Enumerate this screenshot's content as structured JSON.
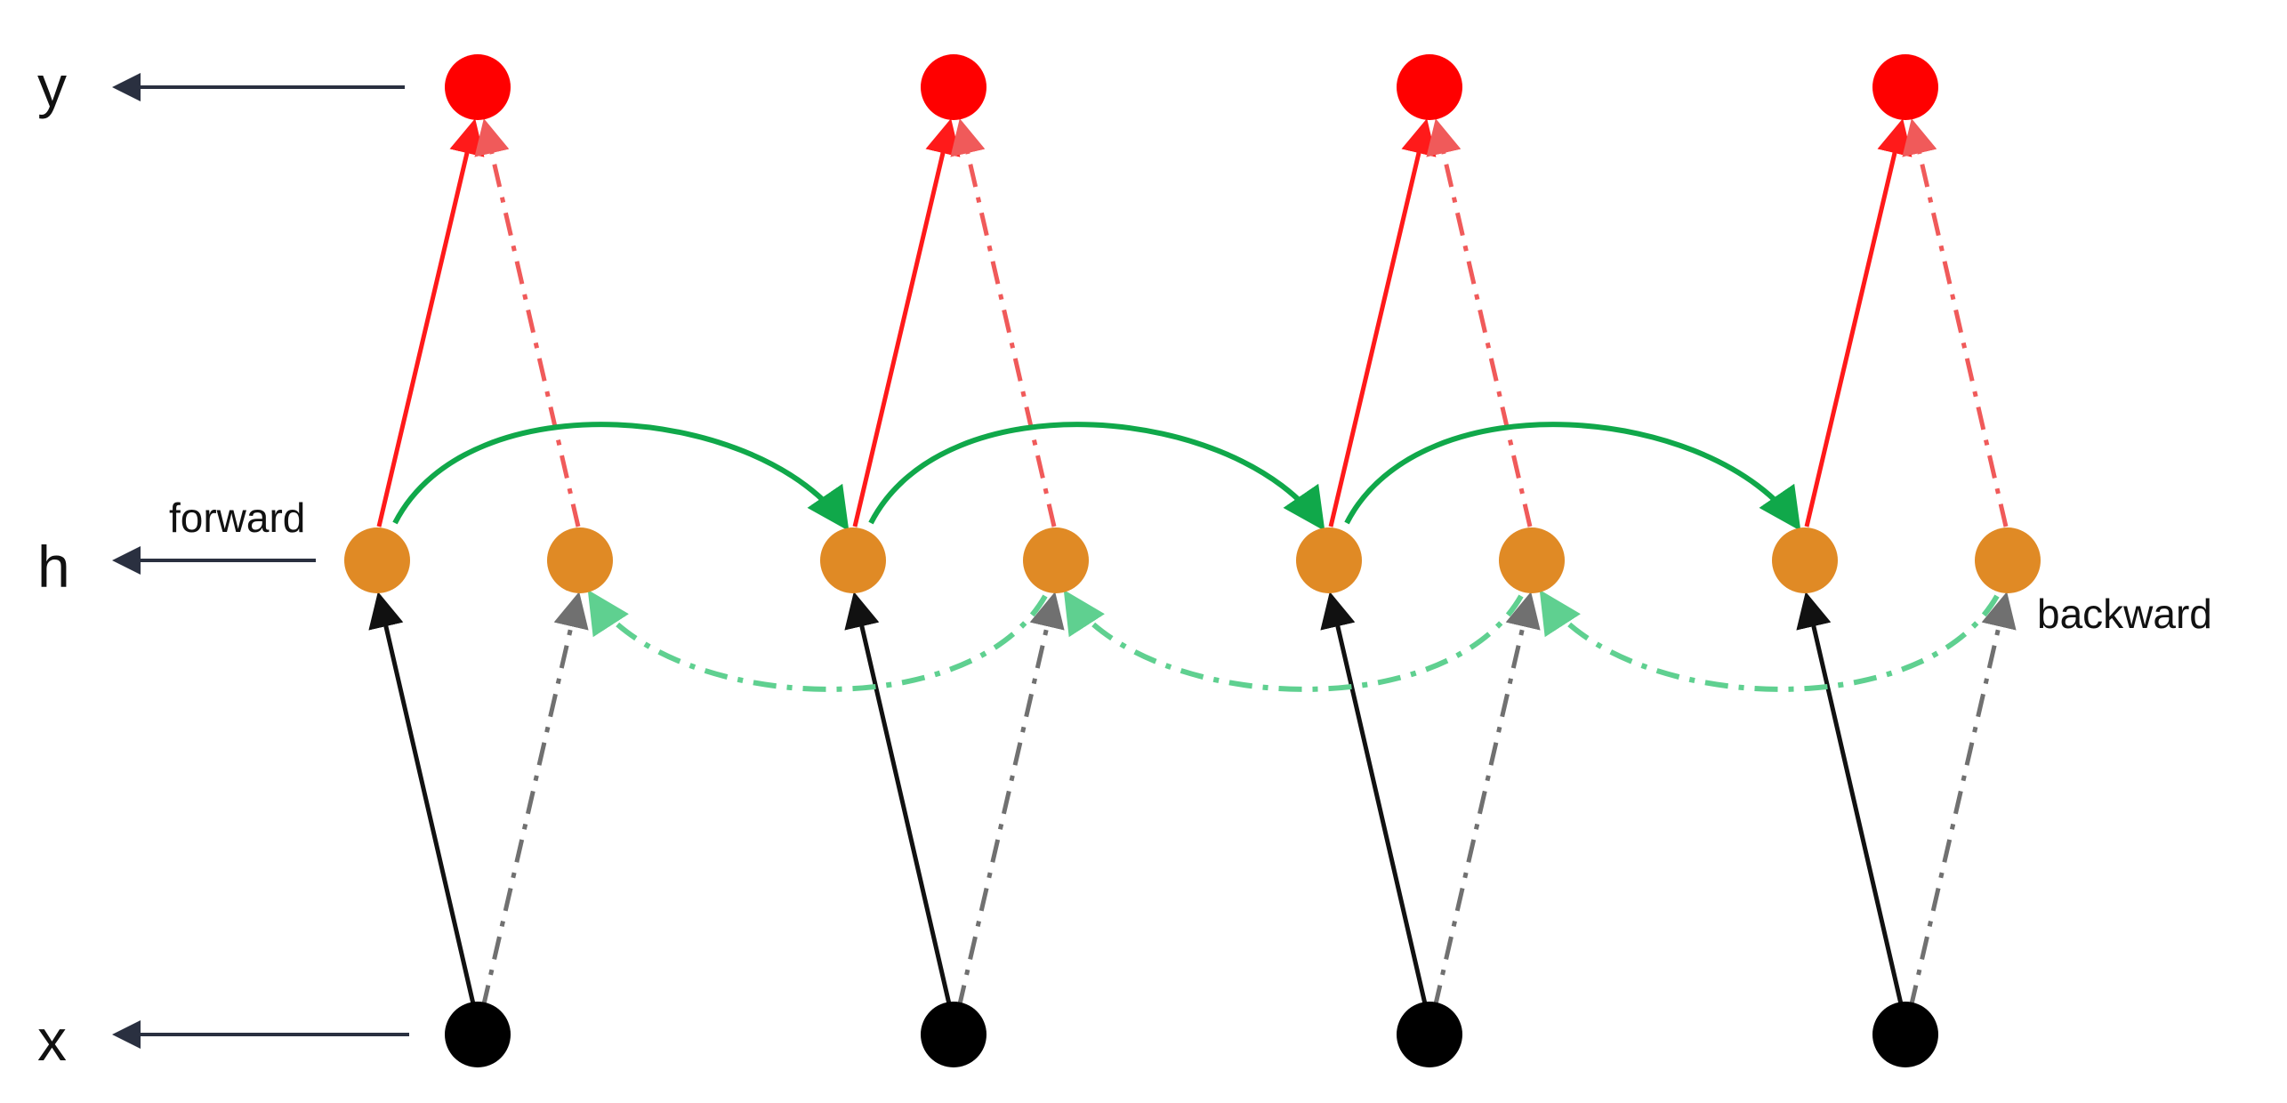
{
  "labels": {
    "y": "y",
    "h": "h",
    "x": "x",
    "forward": "forward",
    "backward": "backward"
  },
  "colors": {
    "output_node": "#ff0000",
    "hidden_node": "#e08a25",
    "input_node": "#000000",
    "forward_output_edge": "#ff1a1a",
    "backward_output_edge": "#f05a5a",
    "forward_input_edge": "#111111",
    "backward_input_edge": "#707070",
    "forward_recurrent_edge": "#10a84a",
    "backward_recurrent_edge": "#5fd090",
    "row_arrow": "#2a3040"
  },
  "timesteps": 4
}
